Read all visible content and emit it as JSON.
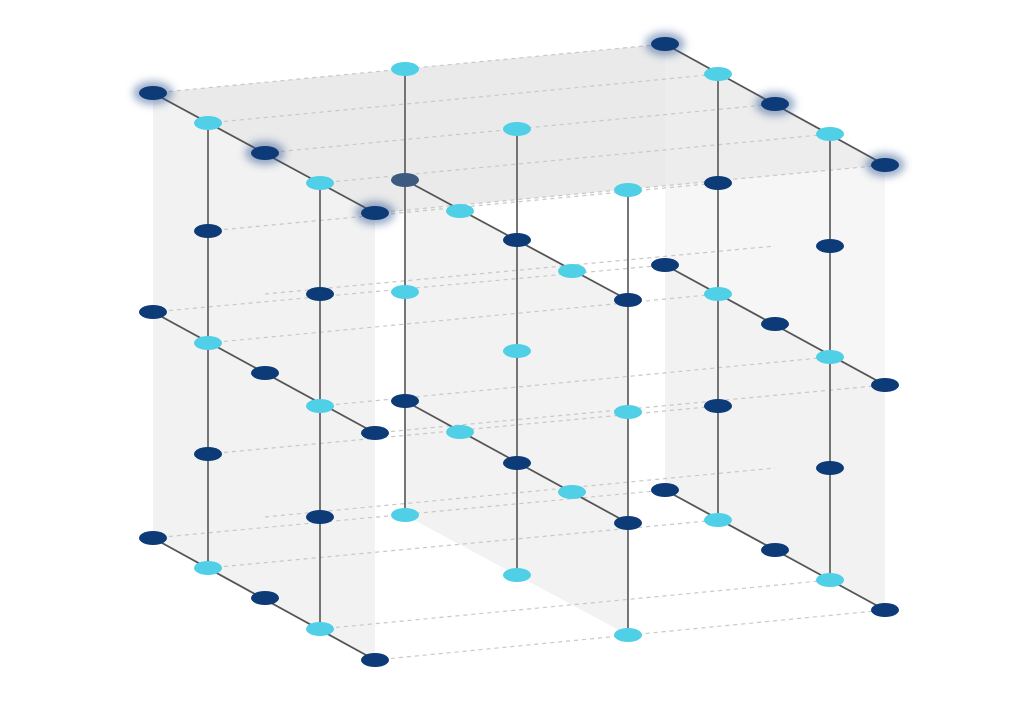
{
  "colors": {
    "dark_node": "#0d3b78",
    "light_node": "#4fd0e6",
    "mid_node": "#3d5a80",
    "vertical_line": "#666666",
    "diagonal_line": "#555555",
    "dashed_line": "#c8c8c8",
    "top_face": "#dcdcdc",
    "side_face": "#eeeeee",
    "background": "#ffffff"
  },
  "lattice": {
    "nodes_per_edge": 5,
    "column_count": 9,
    "tier_count": 3,
    "faces": [
      "top",
      "left",
      "middle",
      "right"
    ],
    "node_kinds": [
      "dark",
      "light"
    ]
  }
}
